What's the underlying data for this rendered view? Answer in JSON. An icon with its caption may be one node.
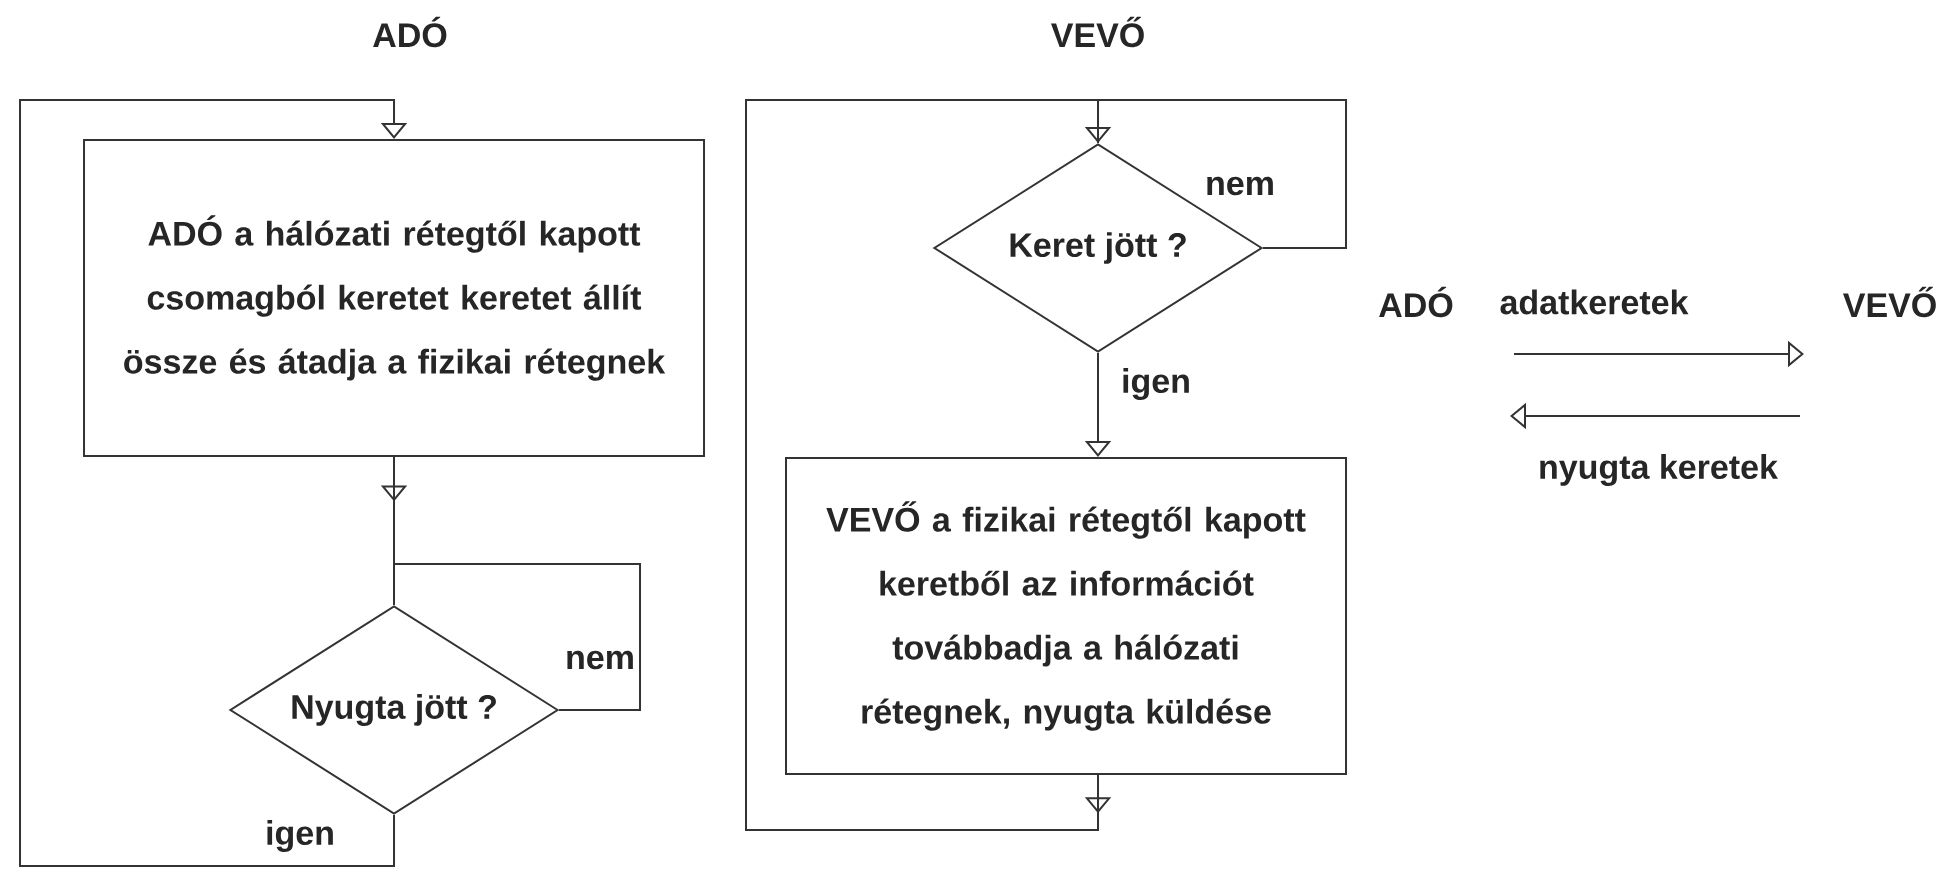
{
  "diagram": {
    "nodes": [
      {
        "text": [
          "ADÓ a hálózati rétegtől kapott csomagból keretet keretet állít össze és átadja a fizikai rétegnek"
        ]
      },
      {
        "text": [
          "Nyugta jött ?"
        ]
      },
      {
        "text": [
          "Keret jött ?"
        ]
      },
      {
        "text": [
          "VEVŐ a fizikai rétegtől kapott keretből az információt továbbadja a hálózati rétegnek, nyugta küldése"
        ]
      }
    ],
    "edges": [
      {
        "from": 0,
        "to": 1,
        "arrow": "to"
      },
      {
        "from": 1,
        "to": 1,
        "arrow": "none",
        "label": "nem"
      },
      {
        "from": 1,
        "to": 0,
        "arrow": "to",
        "label": "igen"
      },
      {
        "from": 2,
        "to": 2,
        "arrow": "none",
        "label": "nem"
      },
      {
        "from": 2,
        "to": 3,
        "arrow": "to",
        "label": "igen"
      },
      {
        "from": 3,
        "to": 2,
        "arrow": "to"
      }
    ],
    "labels": [
      "ADÓ",
      "VEVŐ",
      "ADÓ",
      "adatkeretek",
      "VEVŐ",
      "nyugta keretek"
    ]
  }
}
